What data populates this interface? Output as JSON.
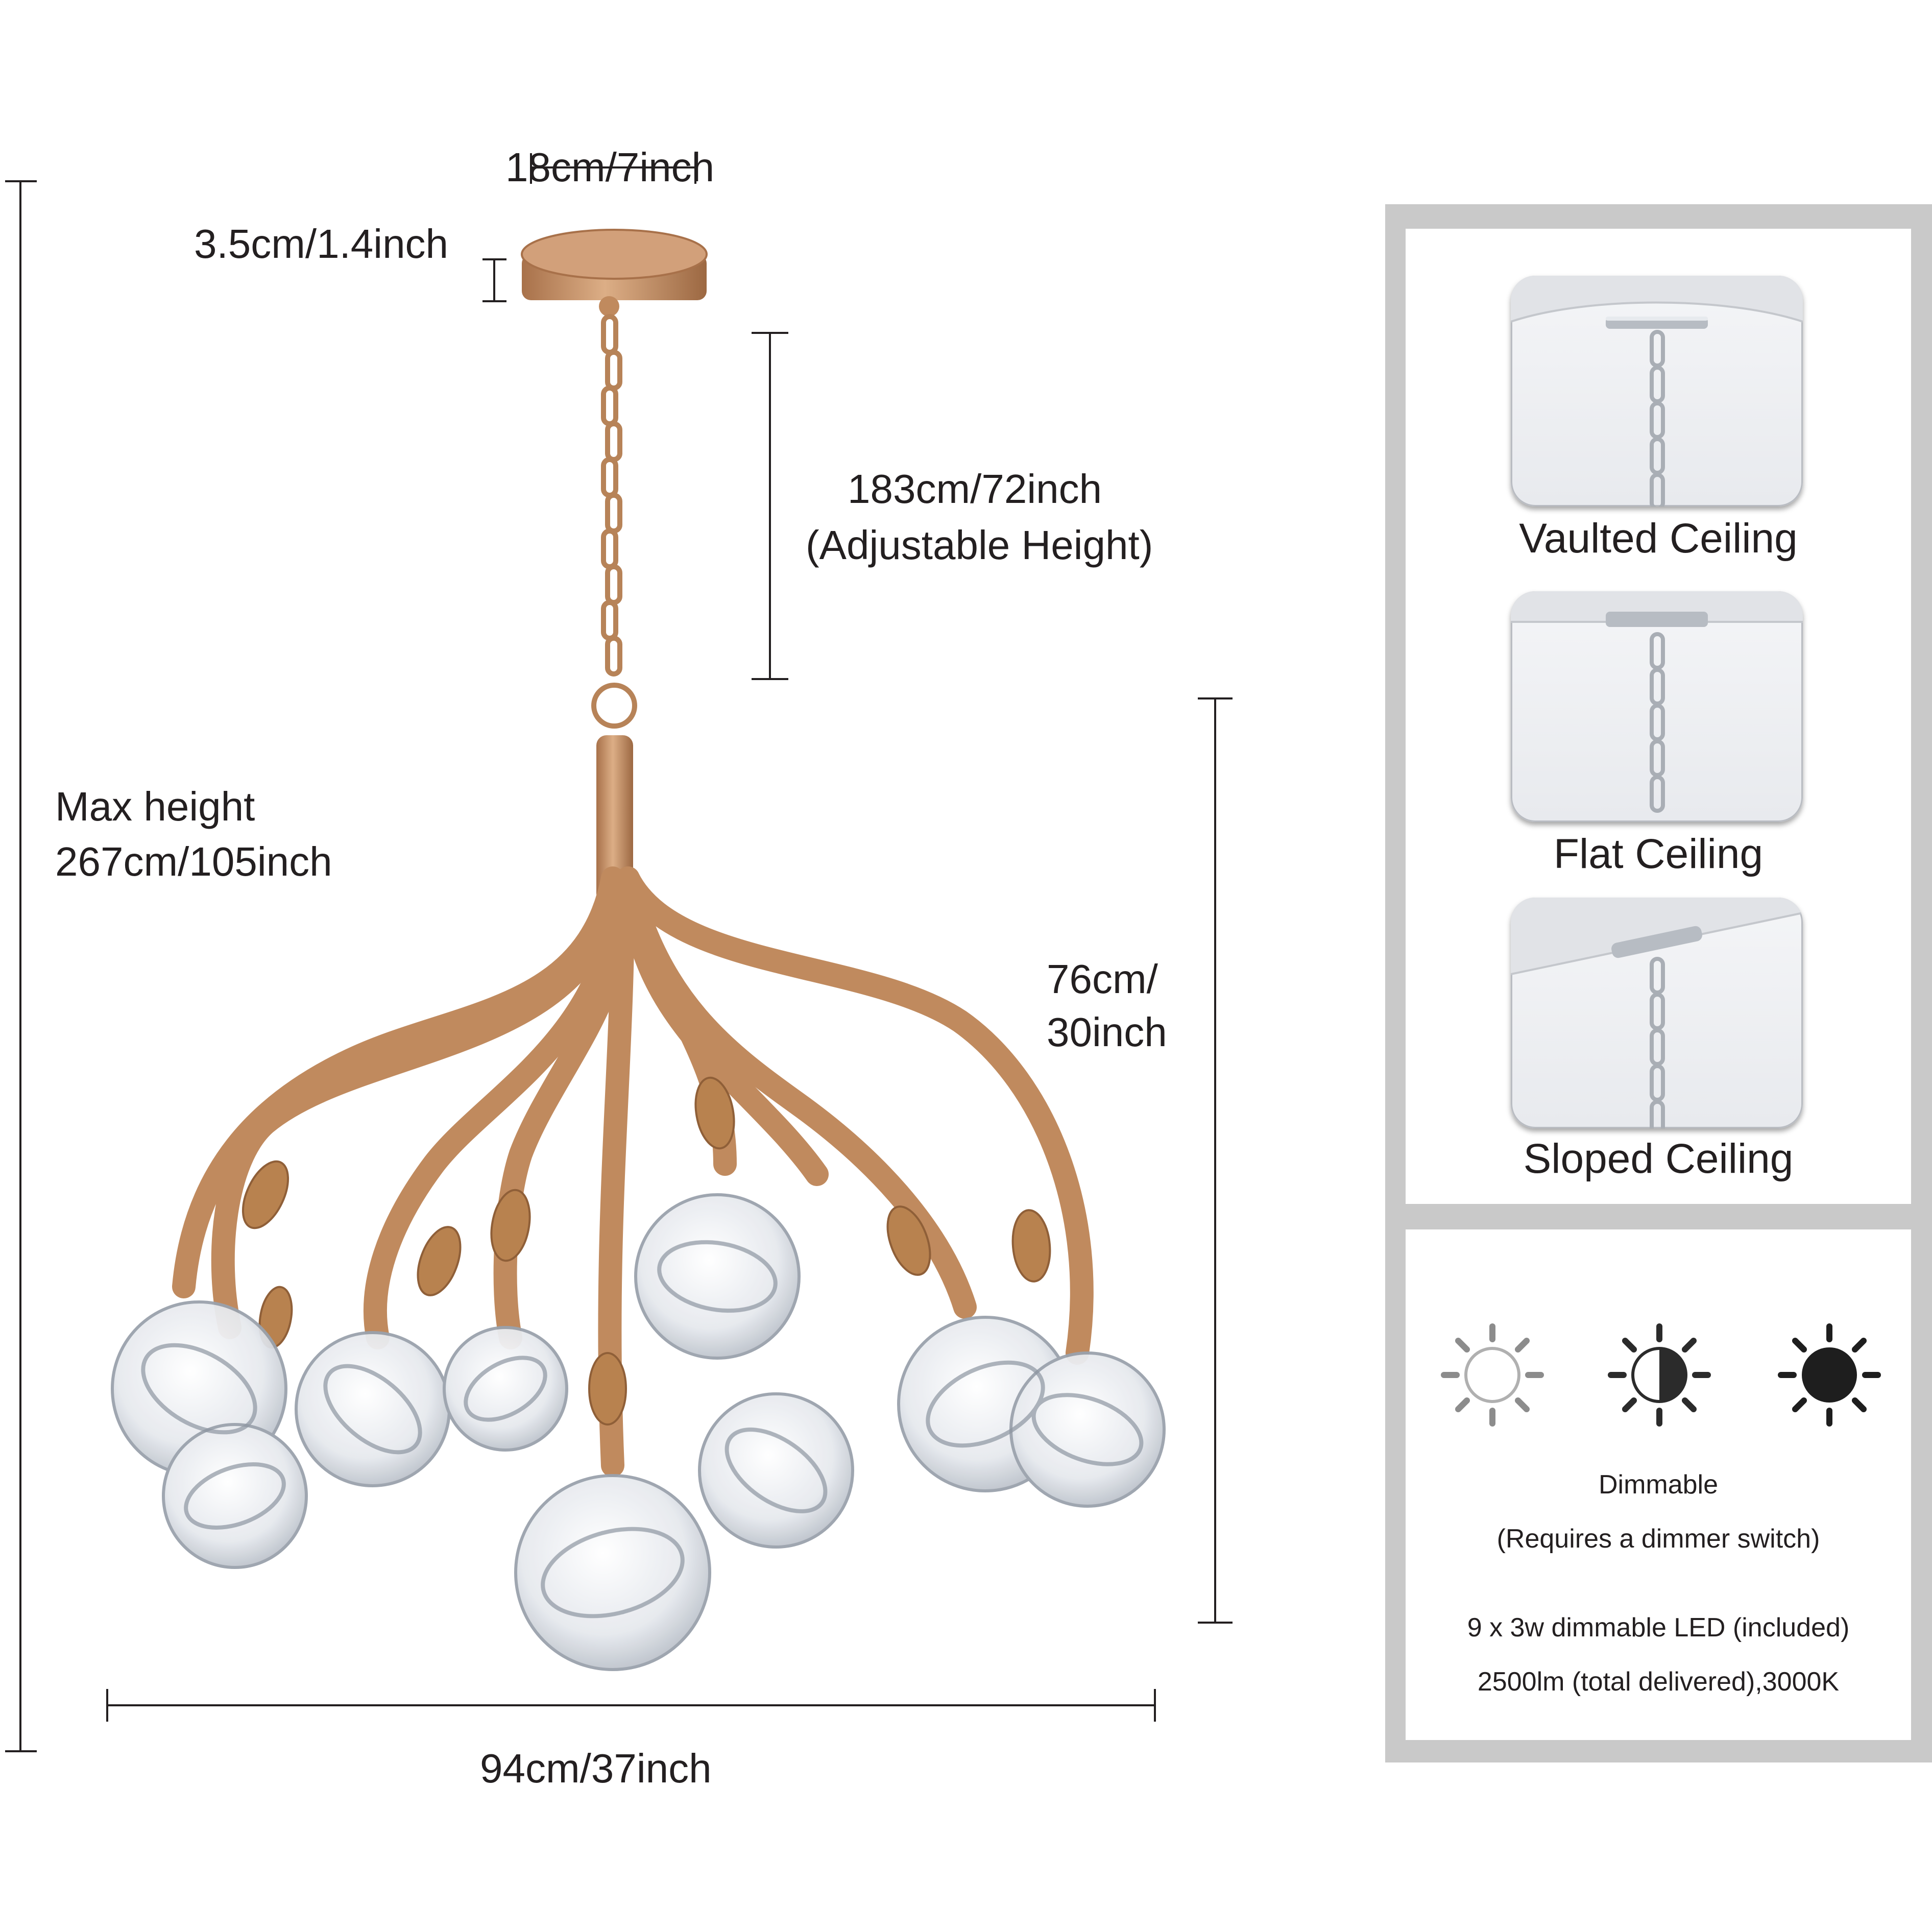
{
  "dimensions": {
    "canopy_width": "18cm/7inch",
    "canopy_height": "3.5cm/1.4inch",
    "chain_length": "183cm/72inch",
    "chain_note": "(Adjustable Height)",
    "max_height_label": "Max height",
    "max_height_value": "267cm/105inch",
    "body_height_line1": "76cm/",
    "body_height_line2": "30inch",
    "body_width": "94cm/37inch"
  },
  "ceiling_types": [
    {
      "label": "Vaulted Ceiling",
      "icon": "vaulted-ceiling-icon"
    },
    {
      "label": "Flat Ceiling",
      "icon": "flat-ceiling-icon"
    },
    {
      "label": "Sloped Ceiling",
      "icon": "sloped-ceiling-icon"
    }
  ],
  "dimming": {
    "icons": [
      "sun-bright-icon",
      "sun-half-icon",
      "sun-dark-icon"
    ],
    "title": "Dimmable",
    "note": "(Requires a dimmer switch)",
    "spec_line1": "9 x 3w dimmable LED (included)",
    "spec_line2": "2500lm (total delivered),3000K"
  },
  "colors": {
    "brass": "#c08a5e",
    "glass": "#dfe3e8",
    "panel_border": "#c9c9c9",
    "text": "#231f20"
  }
}
